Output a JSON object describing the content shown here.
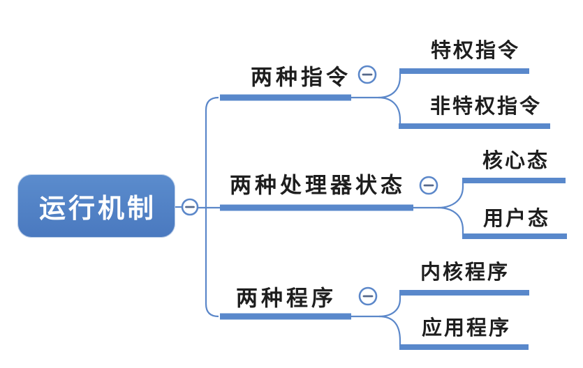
{
  "colors": {
    "background": "#ffffff",
    "accent_line": "#5b87c9",
    "bar_fill": "#5988cb",
    "node_fill_top": "#5b8ccd",
    "node_fill_bottom": "#4a79bf",
    "root_text": "#ffffff",
    "label_text": "#1e1e1e",
    "minus": "#55688a"
  },
  "icons": {
    "collapse": "minus-circle-icon"
  },
  "root": {
    "label": "运行机制"
  },
  "branches": [
    {
      "label": "两种指令",
      "children": [
        {
          "label": "特权指令"
        },
        {
          "label": "非特权指令"
        }
      ]
    },
    {
      "label": "两种处理器状态",
      "children": [
        {
          "label": "核心态"
        },
        {
          "label": "用户态"
        }
      ]
    },
    {
      "label": "两种程序",
      "children": [
        {
          "label": "内核程序"
        },
        {
          "label": "应用程序"
        }
      ]
    }
  ]
}
